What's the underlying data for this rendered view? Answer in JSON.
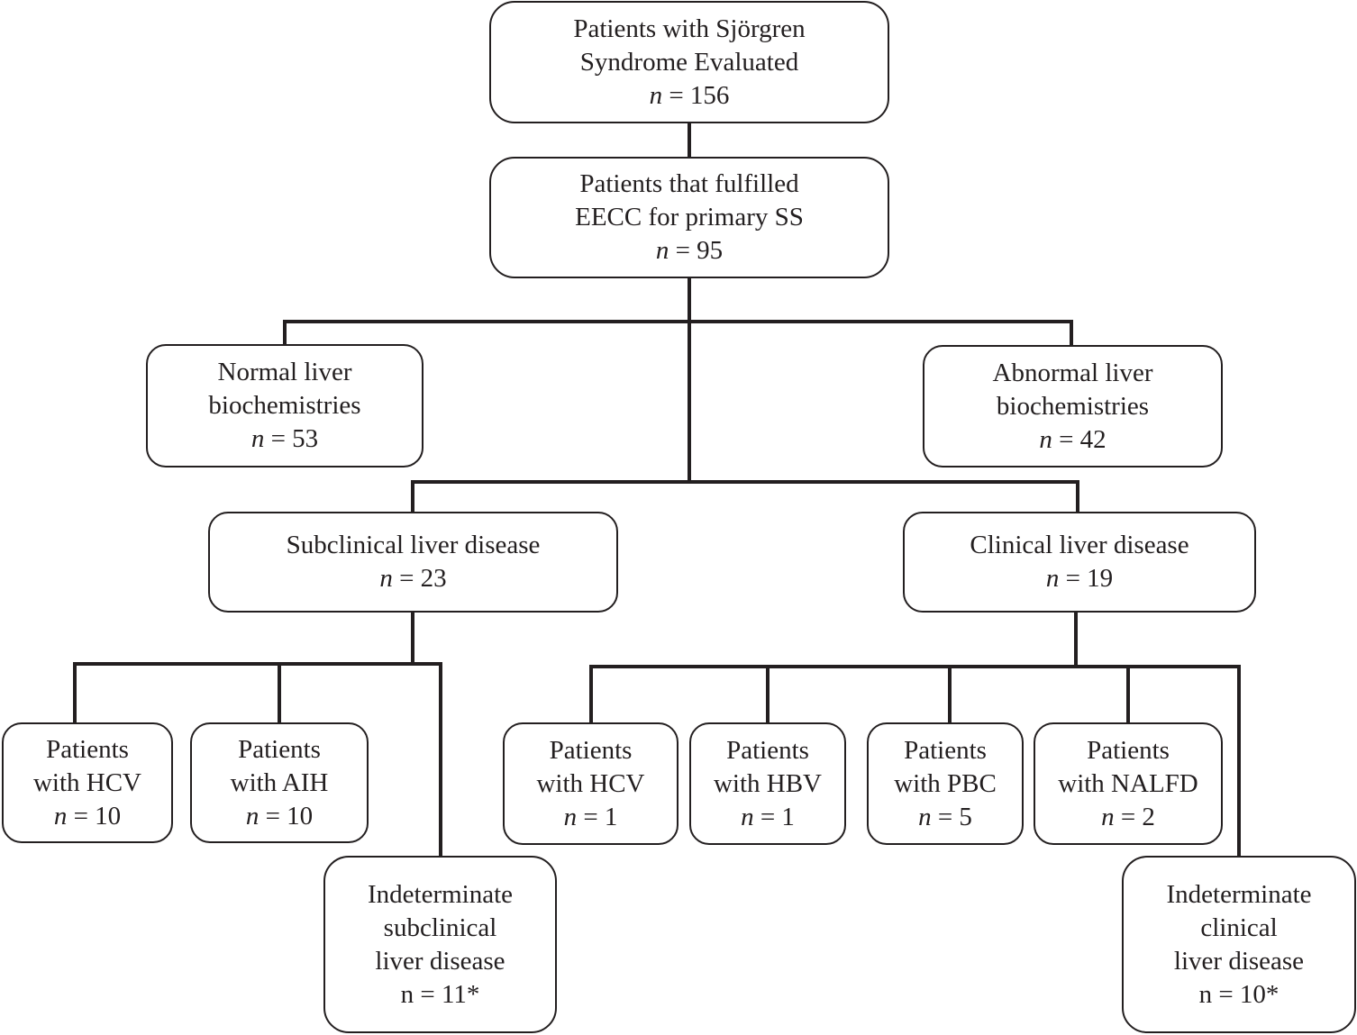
{
  "nodes": {
    "evaluated": {
      "lines": [
        "Patients with Sjörgren",
        "Syndrome Evaluated"
      ],
      "count": "156"
    },
    "fulfilled": {
      "lines": [
        "Patients that fulfilled",
        "EECC for primary SS"
      ],
      "count": "95"
    },
    "normal": {
      "lines": [
        "Normal liver",
        "biochemistries"
      ],
      "count": "53"
    },
    "abnormal": {
      "lines": [
        "Abnormal liver",
        "biochemistries"
      ],
      "count": "42"
    },
    "subclinical": {
      "lines": [
        "Subclinical liver disease"
      ],
      "count": "23"
    },
    "clinical": {
      "lines": [
        "Clinical liver disease"
      ],
      "count": "19"
    },
    "sub_hcv": {
      "lines": [
        "Patients",
        "with HCV"
      ],
      "count": "10"
    },
    "sub_aih": {
      "lines": [
        "Patients",
        "with AIH"
      ],
      "count": "10"
    },
    "sub_indeterminate": {
      "lines": [
        "Indeterminate",
        "subclinical",
        "liver disease"
      ],
      "count_text": "n = 11*"
    },
    "cl_hcv": {
      "lines": [
        "Patients",
        "with HCV"
      ],
      "count": "1"
    },
    "cl_hbv": {
      "lines": [
        "Patients",
        "with HBV"
      ],
      "count": "1"
    },
    "cl_pbc": {
      "lines": [
        "Patients",
        "with PBC"
      ],
      "count": "5"
    },
    "cl_nalfd": {
      "lines": [
        "Patients",
        "with NALFD"
      ],
      "count": "2"
    },
    "cl_indeterminate": {
      "lines": [
        "Indeterminate",
        "clinical",
        "liver disease"
      ],
      "count_text": "n = 10*"
    }
  }
}
